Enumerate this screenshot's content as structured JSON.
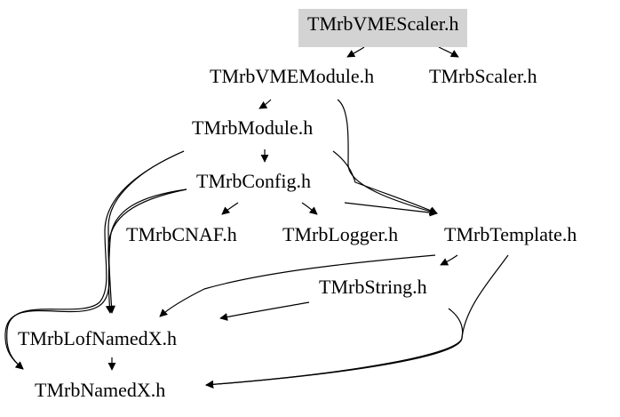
{
  "nodes": {
    "vme_scaler": "TMrbVMEScaler.h",
    "vme_module": "TMrbVMEModule.h",
    "scaler": "TMrbScaler.h",
    "module": "TMrbModule.h",
    "config": "TMrbConfig.h",
    "cnaf": "TMrbCNAF.h",
    "logger": "TMrbLogger.h",
    "template": "TMrbTemplate.h",
    "string": "TMrbString.h",
    "lof_named_x": "TMrbLofNamedX.h",
    "named_x": "TMrbNamedX.h"
  },
  "colors": {
    "root_fill": "#d3d3d3",
    "edge": "#000000",
    "text": "#000000"
  }
}
